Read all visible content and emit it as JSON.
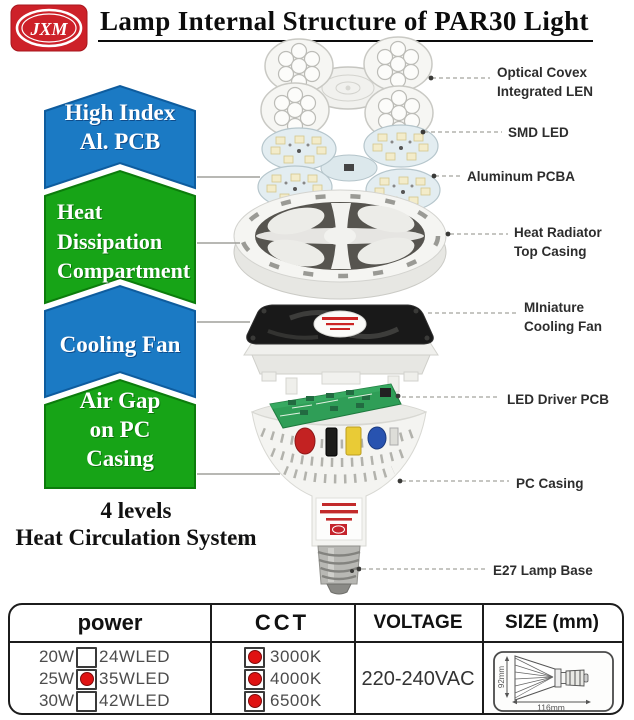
{
  "header": {
    "logo": "JXM",
    "title": "Lamp Internal Structure of PAR30 Light"
  },
  "chevrons": [
    {
      "lines": [
        "High Index",
        "Al. PCB"
      ],
      "color": "#1b7ac4"
    },
    {
      "lines": [
        "Heat",
        "Dissipation",
        "Compartment"
      ],
      "color": "#17a417"
    },
    {
      "lines": [
        "Cooling Fan"
      ],
      "color": "#1b7ac4"
    },
    {
      "lines": [
        "Air Gap",
        "on PC",
        "Casing"
      ],
      "color": "#17a417"
    }
  ],
  "caption": [
    "4 levels",
    "Heat Circulation System"
  ],
  "part_labels": [
    {
      "lines": [
        "Optical Covex",
        "Integrated LEN"
      ]
    },
    {
      "lines": [
        "SMD LED"
      ]
    },
    {
      "lines": [
        "Aluminum PCBA"
      ]
    },
    {
      "lines": [
        "Heat Radiator",
        "Top Casing"
      ]
    },
    {
      "lines": [
        "MIniature",
        "Cooling Fan"
      ]
    },
    {
      "lines": [
        "LED Driver PCB"
      ]
    },
    {
      "lines": [
        "PC Casing"
      ]
    },
    {
      "lines": [
        "E27 Lamp Base"
      ]
    }
  ],
  "watermark": "JXM",
  "table": {
    "headers": [
      "power",
      "CCT",
      "VOLTAGE",
      "SIZE (mm)"
    ],
    "power_rows": [
      {
        "watt": "20W",
        "led": "24WLED",
        "checked": false
      },
      {
        "watt": "25W",
        "led": "35WLED",
        "checked": true
      },
      {
        "watt": "30W",
        "led": "42WLED",
        "checked": false
      }
    ],
    "cct_rows": [
      {
        "label": "3000K",
        "checked": true
      },
      {
        "label": "4000K",
        "checked": true
      },
      {
        "label": "6500K",
        "checked": true
      }
    ],
    "voltage": "220-240VAC",
    "size": {
      "height_label": "92mm",
      "width_label": "116mm"
    }
  },
  "colors": {
    "chevron_blue": "#1b7ac4",
    "chevron_green": "#17a417",
    "brand_red": "#cd2129",
    "check_red": "#e01212"
  }
}
